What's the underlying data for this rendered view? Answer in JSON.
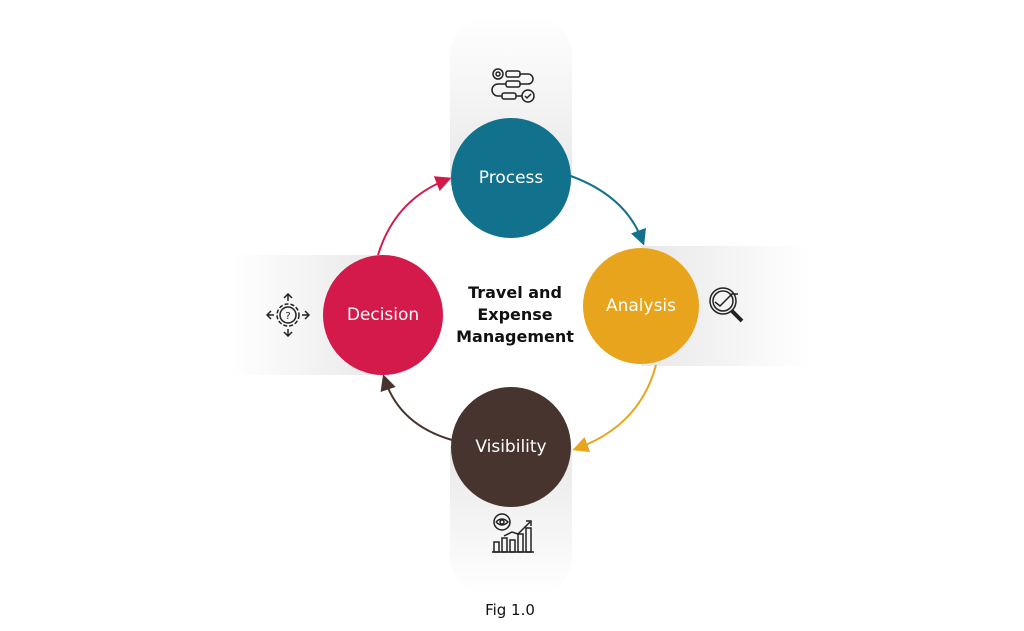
{
  "title": [
    "Travel and",
    "Expense",
    "Management"
  ],
  "nodes": {
    "process": {
      "label": "Process",
      "color": "#12718d",
      "icon": "workflow-icon"
    },
    "analysis": {
      "label": "Analysis",
      "color": "#e8a41c",
      "icon": "magnifier-chart-icon"
    },
    "visibility": {
      "label": "Visibility",
      "color": "#47342f",
      "icon": "eye-growth-chart-icon"
    },
    "decision": {
      "label": "Decision",
      "color": "#d4194b",
      "icon": "decision-gear-icon"
    }
  },
  "caption": "Fig 1.0"
}
